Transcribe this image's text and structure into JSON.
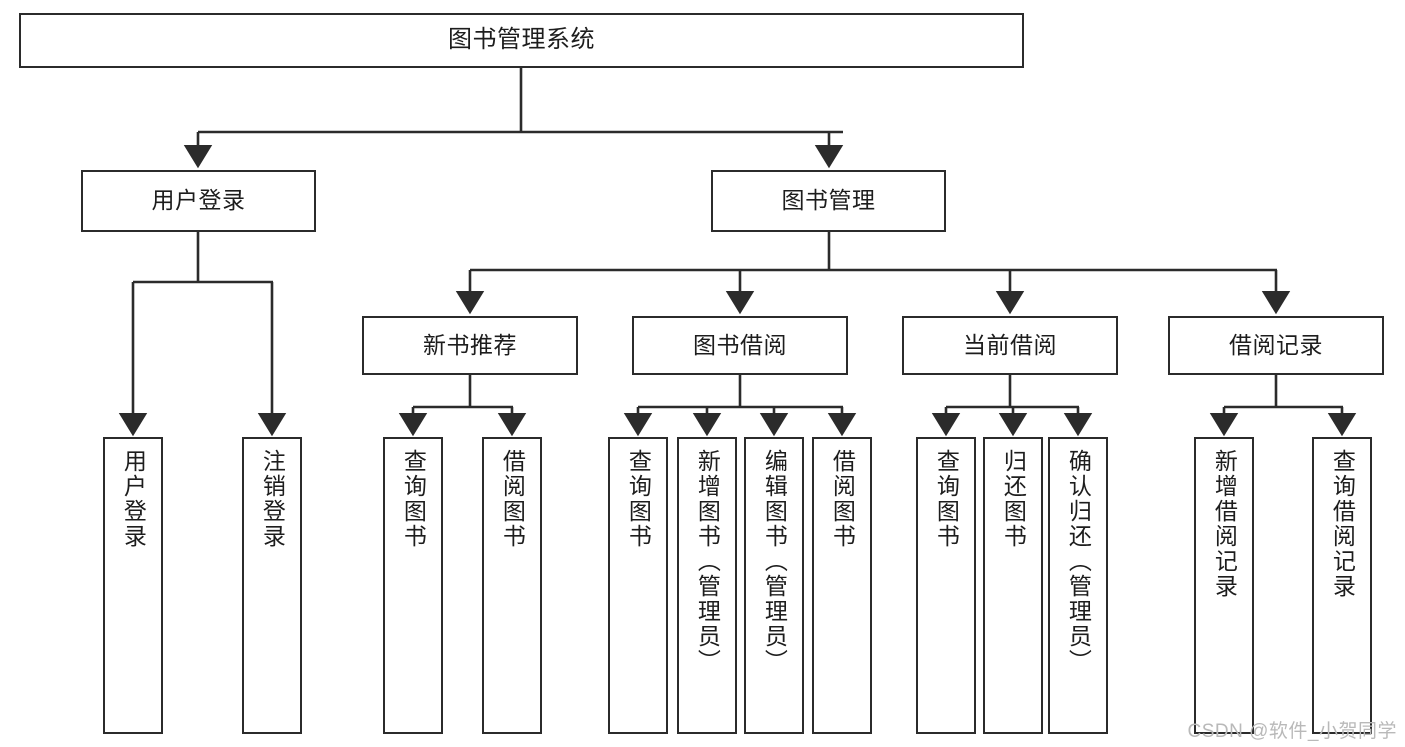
{
  "diagram": {
    "type": "tree-hierarchy-chart",
    "title": "图书管理系统",
    "colors": {
      "box_border": "#2b2b2b",
      "box_fill": "#ffffff",
      "edge": "#2b2b2b",
      "text": "#1d1d1d",
      "watermark": "#b9b9b9",
      "background": "#ffffff"
    },
    "root": {
      "label": "图书管理系统"
    },
    "level2": [
      {
        "label": "用户登录"
      },
      {
        "label": "图书管理"
      }
    ],
    "level3": [
      {
        "label": "新书推荐"
      },
      {
        "label": "图书借阅"
      },
      {
        "label": "当前借阅"
      },
      {
        "label": "借阅记录"
      }
    ],
    "leaves": {
      "user_login": [
        {
          "label": "用户登录"
        },
        {
          "label": "注销登录"
        }
      ],
      "new_book_recommend": [
        {
          "label": "查询图书"
        },
        {
          "label": "借阅图书"
        }
      ],
      "book_borrow": [
        {
          "label": "查询图书"
        },
        {
          "label": "新增图书（管理员）"
        },
        {
          "label": "编辑图书（管理员）"
        },
        {
          "label": "借阅图书"
        }
      ],
      "current_borrow": [
        {
          "label": "查询图书"
        },
        {
          "label": "归还图书"
        },
        {
          "label": "确认归还（管理员）"
        }
      ],
      "borrow_record": [
        {
          "label": "新增借阅记录"
        },
        {
          "label": "查询借阅记录"
        }
      ]
    }
  },
  "watermark": {
    "text": "CSDN @软件_小贺同学"
  }
}
